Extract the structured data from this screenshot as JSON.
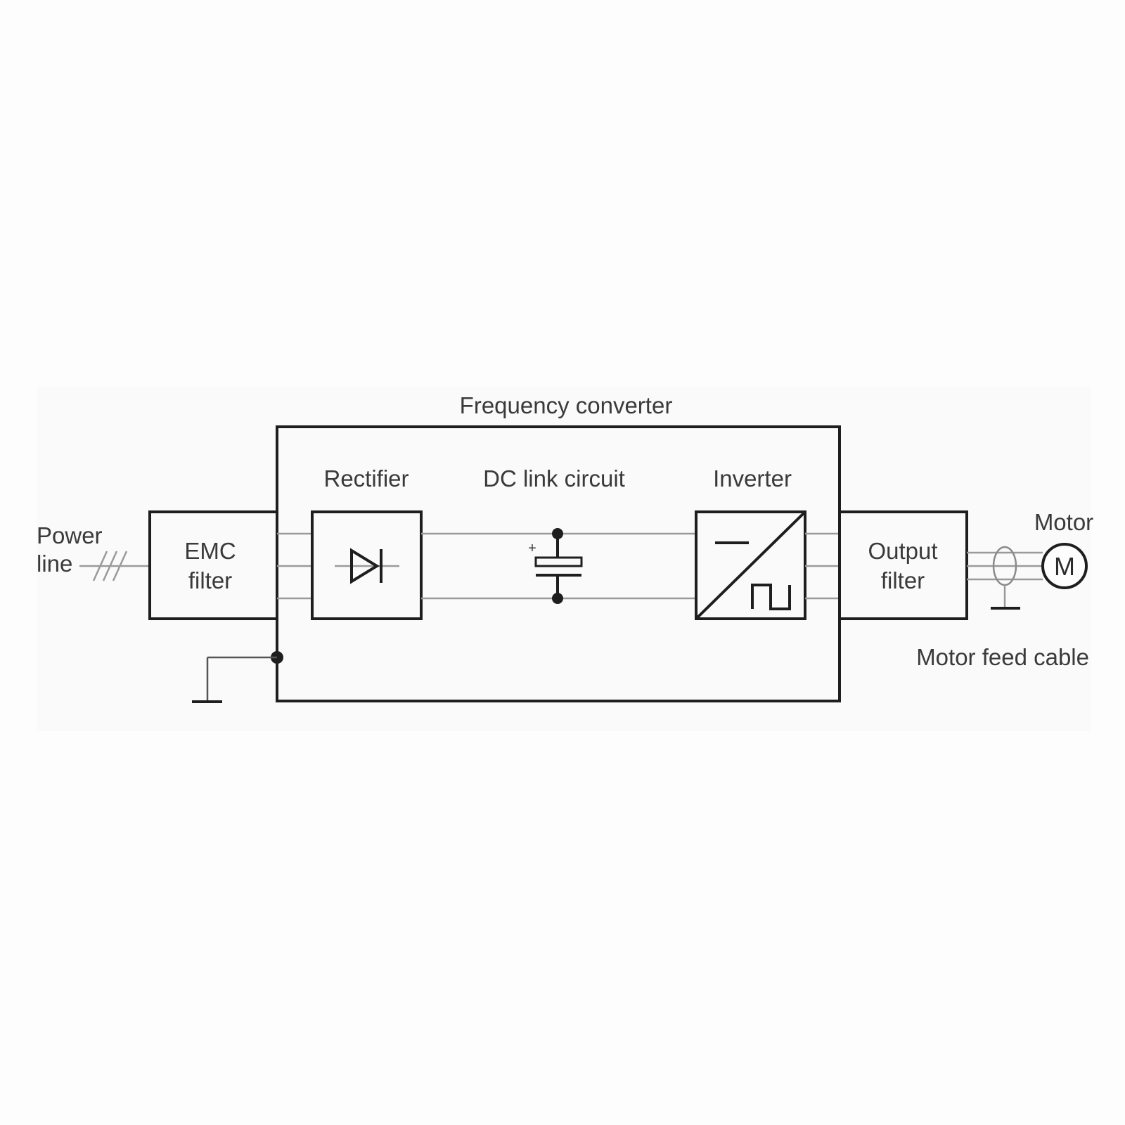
{
  "diagram": {
    "title": "Frequency converter",
    "blocks": {
      "rectifier": "Rectifier",
      "dc_link": "DC link circuit",
      "inverter": "Inverter"
    },
    "power_line": {
      "line1": "Power",
      "line2": "line"
    },
    "emc_filter": {
      "line1": "EMC",
      "line2": "filter"
    },
    "output_filter": {
      "line1": "Output",
      "line2": "filter"
    },
    "motor_label": "Motor",
    "motor_symbol": "M",
    "motor_feed_cable": "Motor feed cable",
    "capacitor_polarity": "+",
    "colors": {
      "background": "#fdfdfd",
      "panel": "#fafafa",
      "stroke": "#1e1e1e",
      "wire": "#9a9a9a"
    }
  }
}
